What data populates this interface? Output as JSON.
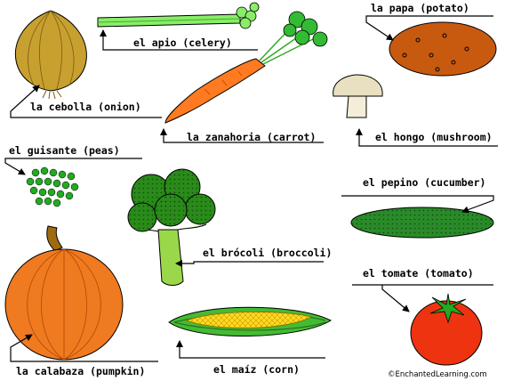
{
  "labels": {
    "onion": "la cebolla (onion)",
    "celery": "el apio (celery)",
    "potato": "la papa (potato)",
    "carrot": "la zanahoria (carrot)",
    "mushroom": "el hongo (mushroom)",
    "peas": "el guisante (peas)",
    "cucumber": "el pepino (cucumber)",
    "broccoli": "el brócoli (broccoli)",
    "tomato": "el tomate (tomato)",
    "pumpkin": "la calabaza (pumpkin)",
    "corn": "el maíz (corn)"
  },
  "credit": "©EnchantedLearning.com",
  "colors": {
    "onion": "#c8a030",
    "celery": "#66dd44",
    "potato": "#c85a10",
    "carrot": "#ff7a20",
    "mushroom": "#e8e0c0",
    "peas": "#22aa22",
    "cucumber": "#2a8a2a",
    "broccoli": "#2a8a1a",
    "tomato": "#ee3311",
    "pumpkin": "#f07a20",
    "corn": "#ffcc00"
  }
}
